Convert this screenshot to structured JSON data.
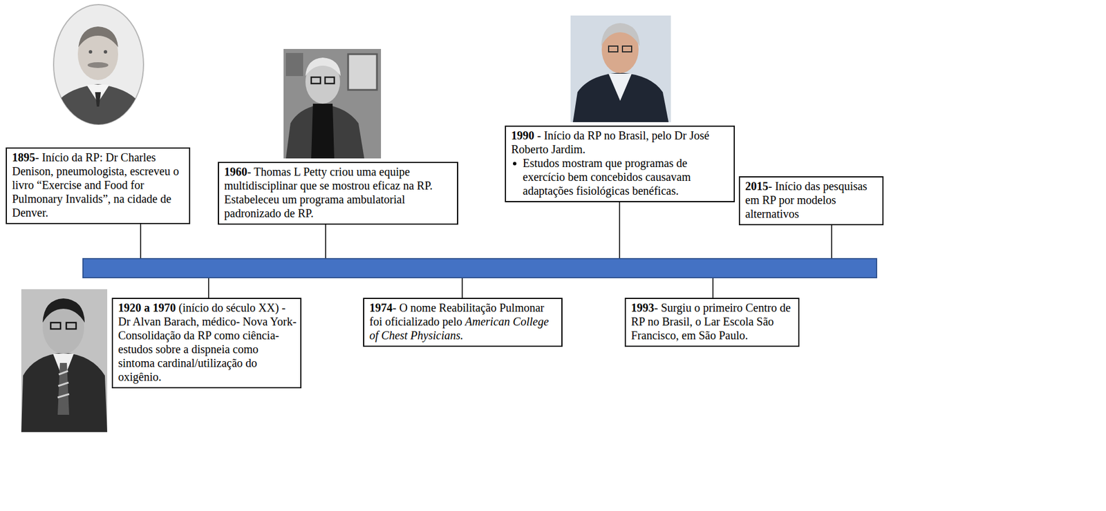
{
  "diagram": {
    "nodes": [
      {
        "text": [
          "1895",
          "- Início da RP: Dr Charles Denison, pneumologista, escreveu o livro “Exercise and Food for Pulmonary Invalids”, na cidade de Denver."
        ]
      },
      {
        "text": [
          "1920 a 1970",
          "(início do século XX) - Dr Alvan Barach, médico- Nova York- Consolidação da RP como ciência- estudos sobre a dispneia como sintoma cardinal/utilização do oxigênio."
        ]
      },
      {
        "text": [
          "1960",
          "- Thomas L Petty criou uma equipe multidisciplinar que se mostrou eficaz na RP. Estabeleceu um programa ambulatorial padronizado de RP."
        ]
      },
      {
        "text": [
          "1974",
          "- O nome Reabilitação Pulmonar foi oficializado pelo",
          "American College of Chest Physicians."
        ]
      },
      {
        "text": [
          "1990",
          "- Início da RP no Brasil, pelo Dr José Roberto Jardim.",
          "Estudos mostram que programas de exercício bem concebidos causavam adaptações fisiológicas benéficas."
        ]
      },
      {
        "text": [
          "1993",
          "- Surgiu o primeiro Centro de RP no Brasil, o Lar Escola São Francisco, em São Paulo."
        ]
      },
      {
        "text": [
          "2015",
          "- Início das pesquisas em RP por modelos alternativos"
        ]
      }
    ]
  }
}
